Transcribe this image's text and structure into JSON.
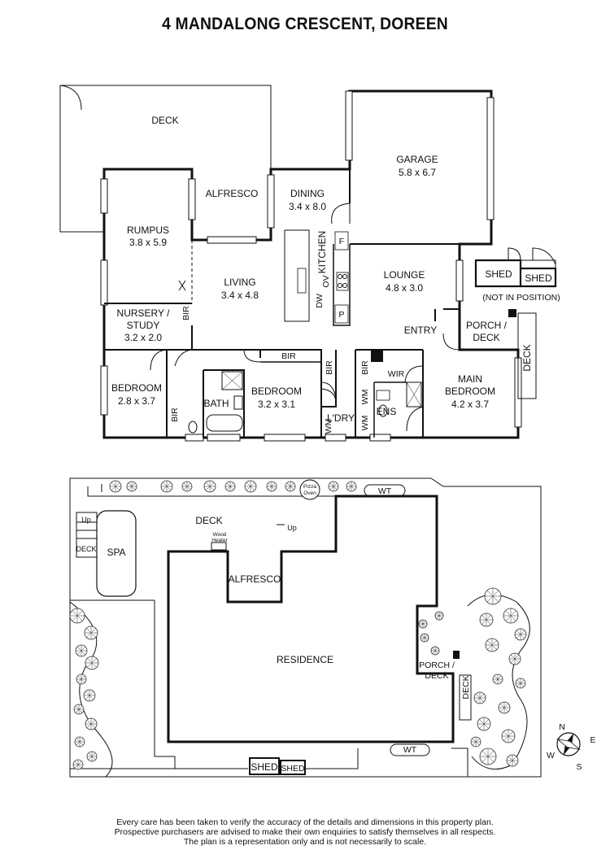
{
  "title": "4 MANDALONG CRESCENT, DOREEN",
  "upper_plan": {
    "deck": "DECK",
    "alfresco": "ALFRESCO",
    "dining": {
      "name": "DINING",
      "size": "3.4 x 8.0"
    },
    "garage": {
      "name": "GARAGE",
      "size": "5.8 x 6.7"
    },
    "rumpus": {
      "name": "RUMPUS",
      "size": "3.8 x 5.9"
    },
    "living": {
      "name": "LIVING",
      "size": "3.4 x 4.8"
    },
    "kitchen": "KITCHEN",
    "kitchen_f": "F",
    "kitchen_p": "P",
    "kitchen_ov": "OV",
    "kitchen_dw": "DW",
    "lounge": {
      "name": "LOUNGE",
      "size": "4.8 x 3.0"
    },
    "shed_1": "SHED",
    "shed_2": "SHED",
    "not_in_position": "(NOT IN POSITION)",
    "nursery_line1": "NURSERY /",
    "nursery_line2": "STUDY",
    "nursery_size": "3.2 x 2.0",
    "bir_nursery": "BIR",
    "entry": "ENTRY",
    "porch_line1": "PORCH /",
    "porch_line2": "DECK",
    "side_deck": "DECK",
    "bir_bed2": "BIR",
    "bir_hall": "BIR",
    "bir_ens": "BIR",
    "wir": "WIR",
    "bedroom_1": {
      "name": "BEDROOM",
      "size": "2.8 x 3.7"
    },
    "bir_bed1": "BIR",
    "bath": "BATH",
    "bedroom_2": {
      "name": "BEDROOM",
      "size": "3.2 x 3.1"
    },
    "laundry": "L'DRY",
    "wm_1": "WM",
    "wm_2": "WM",
    "wm_3": "WM",
    "ens": "ENS",
    "main_bedroom_line1": "MAIN",
    "main_bedroom_line2": "BEDROOM",
    "main_bedroom_size": "4.2 x 3.7"
  },
  "site_plan": {
    "pizza_oven_line1": "Pizza",
    "pizza_oven_line2": "Oven",
    "wt_top": "WT",
    "up_left": "Up",
    "deck_small": "DECK",
    "spa": "SPA",
    "deck": "DECK",
    "up_right": "Up",
    "wood_heater_line1": "Wood",
    "wood_heater_line2": "Heater",
    "alfresco": "ALFRESCO",
    "residence": "RESIDENCE",
    "porch_line1": "PORCH /",
    "porch_line2": "DECK",
    "side_deck": "DECK",
    "wt_bottom": "WT",
    "shed_1": "SHED",
    "shed_2": "SHED"
  },
  "compass": {
    "n": "N",
    "e": "E",
    "s": "S",
    "w": "W"
  },
  "disclaimer": [
    "Every care has been taken to verify the accuracy of the details and dimensions in this property plan.",
    "Prospective purchasers are advised to make their own enquiries to satisfy themselves in all respects.",
    "The plan is a representation only and is not necessarily to scale."
  ]
}
